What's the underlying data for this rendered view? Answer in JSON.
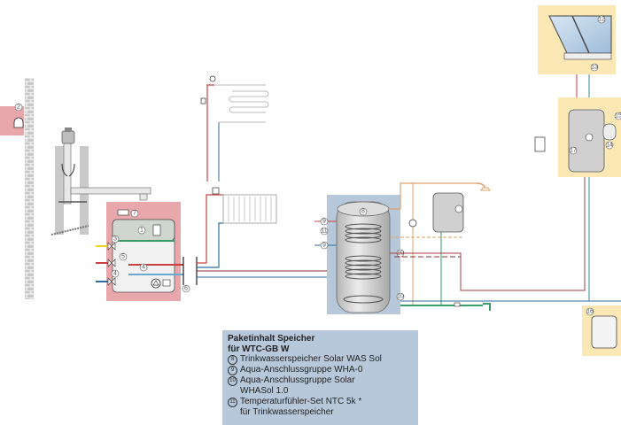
{
  "legend": {
    "title_line1": "Paketinhalt Speicher",
    "title_line2": "für WTC-GB W",
    "items": [
      {
        "number": "8",
        "label": "Trinkwasserspeicher Solar WAS Sol",
        "continuation": ""
      },
      {
        "number": "9",
        "label": "Aqua-Anschlussgruppe WHA-0",
        "continuation": ""
      },
      {
        "number": "10",
        "label": "Aqua-Anschlussgruppe Solar",
        "continuation": "WHASol 1.0"
      },
      {
        "number": "11",
        "label": "Temperaturfühler-Set NTC 5k *",
        "continuation": "für Trinkwasserspeicher"
      }
    ]
  },
  "callouts": {
    "boiler": "1",
    "outdoor_sensor": "2",
    "valve_gas": "3",
    "valve_heating": "4",
    "valve_heating_return": "4",
    "safety_group": "5",
    "manifold": "6",
    "controller": "7",
    "cylinder": "8",
    "aqua_group_top": "9",
    "aqua_group_bottom": "9",
    "solar_group_top": "10",
    "solar_group_bottom": "10",
    "temp_sensor": "11",
    "collector": "12",
    "collector_sensor": "13",
    "expansion_vessel": "14",
    "solar_valve": "15",
    "antifreeze_canister": "16",
    "solar_station": "17"
  },
  "colors": {
    "boiler_zone": "#e8a8ab",
    "cylinder_zone": "#b7c8db",
    "solar_zone": "#fbe8b4",
    "flow_pipe": "#c8403f",
    "return_pipe": "#2f6e9e",
    "hot_water_pipe": "#e0a06a",
    "cold_water_pipe": "#3a9a6a",
    "gas_pipe": "#f0d020",
    "solar_flow": "#c0403f",
    "solar_return": "#2a8aa0"
  }
}
